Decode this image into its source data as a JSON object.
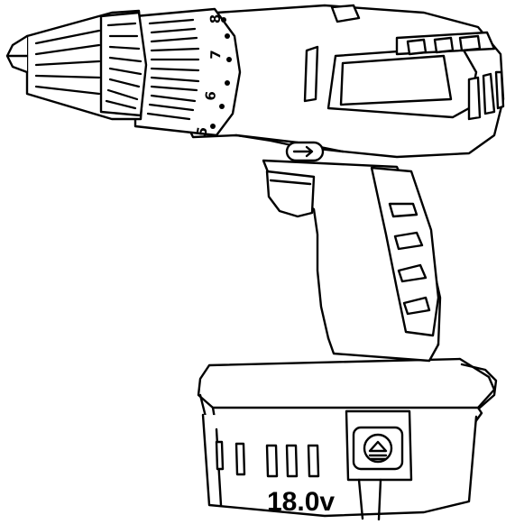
{
  "drill": {
    "clutch_settings": [
      "5",
      "6",
      "7",
      "8"
    ],
    "battery_voltage": "18.0v",
    "line_color": "#000000",
    "fill_color": "#ffffff"
  }
}
